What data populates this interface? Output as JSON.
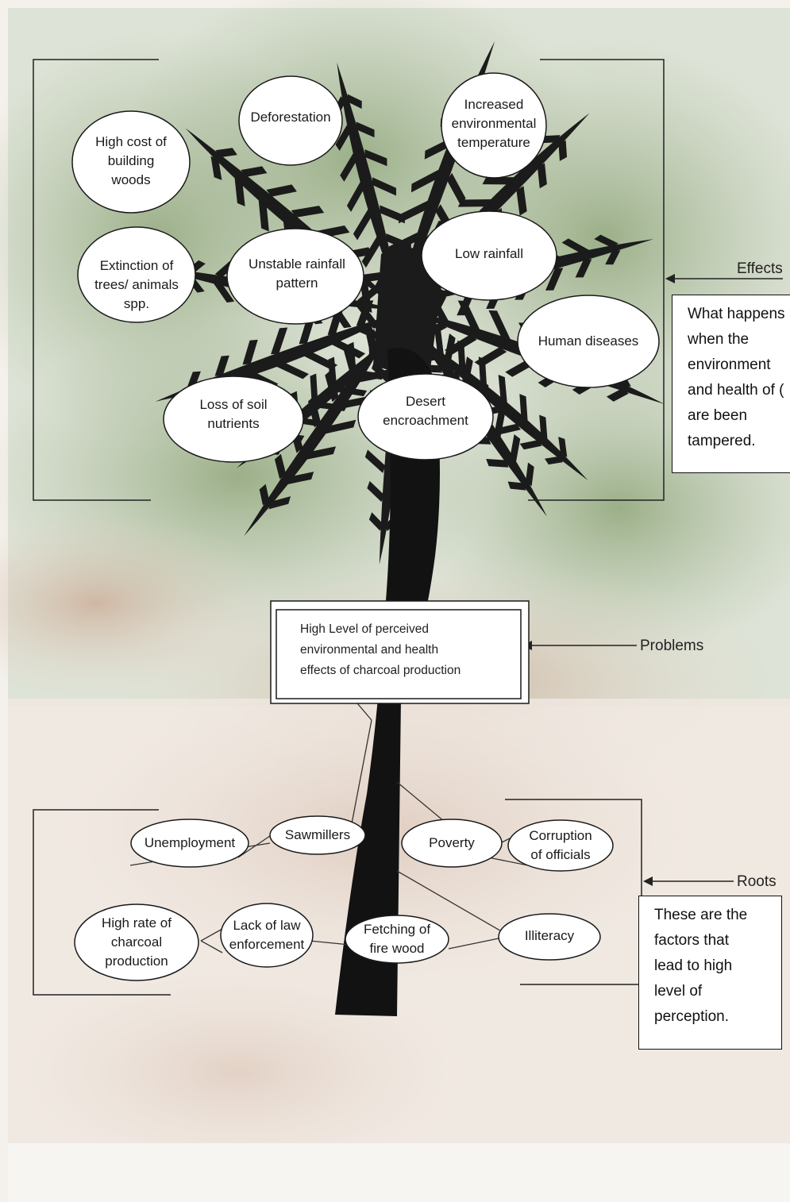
{
  "effects": {
    "deforestation": [
      "Deforestation"
    ],
    "increased_temperature": [
      "Increased",
      "environmental",
      "temperature"
    ],
    "high_cost_wood": [
      "High cost of",
      "building",
      "woods"
    ],
    "extinction": [
      "Extinction of",
      "trees/ animals",
      "spp."
    ],
    "unstable_rainfall": [
      "Unstable rainfall",
      "pattern"
    ],
    "low_rainfall": [
      "Low rainfall"
    ],
    "human_diseases": [
      "Human diseases"
    ],
    "loss_soil_nutrients": [
      "Loss of soil",
      "nutrients"
    ],
    "desert_encroachment": [
      "Desert",
      "encroachment"
    ]
  },
  "effects_label": "Effects",
  "effects_description": [
    "What happens",
    "when the",
    "environment",
    "and health of (",
    "are been",
    "tampered."
  ],
  "problem": [
    "High Level of perceived",
    "environmental and health",
    "effects of charcoal production"
  ],
  "problems_label": "Problems",
  "roots": {
    "unemployment": [
      "Unemployment"
    ],
    "sawmillers": [
      "Sawmillers"
    ],
    "poverty": [
      "Poverty"
    ],
    "corruption": [
      "Corruption",
      "of officials"
    ],
    "high_rate_charcoal": [
      "High rate of",
      "charcoal",
      "production"
    ],
    "lack_law": [
      "Lack of law",
      "enforcement"
    ],
    "fetching_firewood": [
      "Fetching of",
      "fire wood"
    ],
    "illiteracy": [
      "Illiteracy"
    ]
  },
  "roots_label": "Roots",
  "roots_description": [
    "These are the",
    "factors that",
    "lead to high",
    "level of",
    "perception."
  ]
}
